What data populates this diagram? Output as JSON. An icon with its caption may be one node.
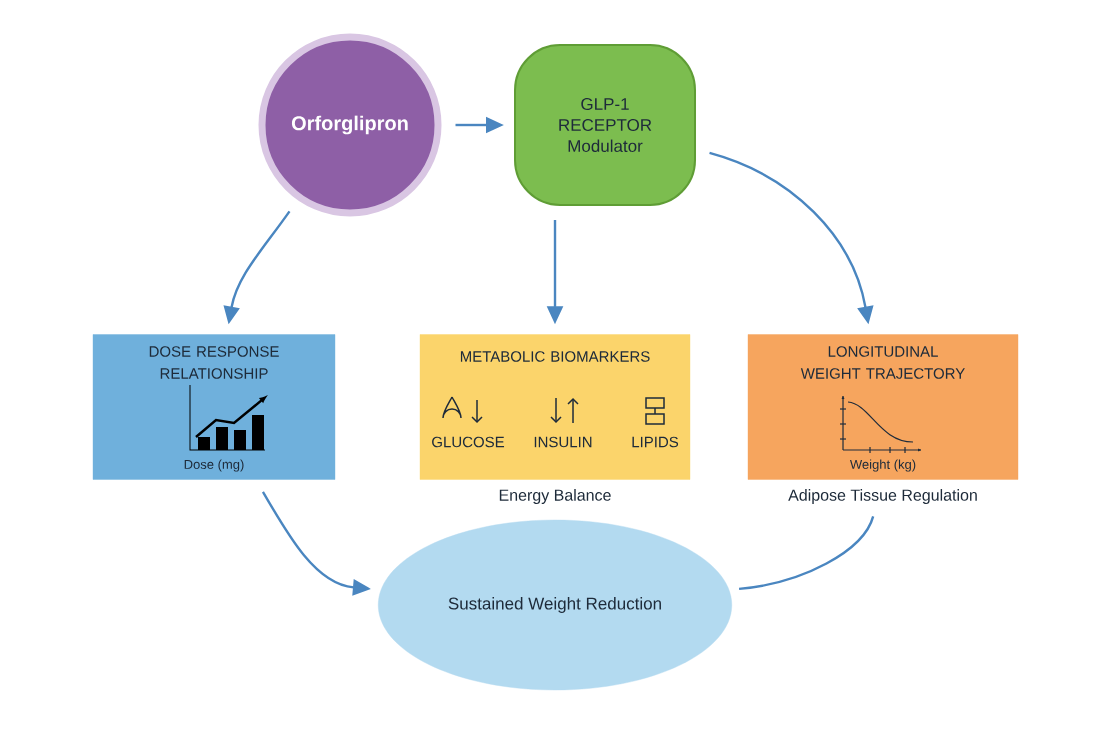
{
  "diagram": {
    "nodes": [
      {
        "text": [
          "Orforglipron"
        ]
      },
      {
        "text": [
          "GLP-1 RECEPTOR Modulator"
        ]
      },
      {
        "text": [
          "DOSE RESPONSE RELATIONSHIP",
          "Dose (mg)"
        ]
      },
      {
        "text": [
          "METABOLIC BIOMARKERS",
          "GLUCOSE",
          "INSULIN",
          "LIPIDS"
        ],
        "beside": [
          "Energy Balance"
        ]
      },
      {
        "text": [
          "LONGITUDINAL WEIGHT TRAJECTORY",
          "Weight (kg)"
        ],
        "beside": [
          "Adipose Tissue Regulation"
        ]
      },
      {
        "text": [
          "Sustained Weight Reduction"
        ]
      }
    ],
    "edges": [
      {
        "from": 0,
        "to": 1,
        "arrow": "to"
      },
      {
        "from": 0,
        "to": 2,
        "arrow": "to"
      },
      {
        "from": 1,
        "to": 3,
        "arrow": "to"
      },
      {
        "from": 1,
        "to": 4,
        "arrow": "to"
      },
      {
        "from": 2,
        "to": 5,
        "arrow": "to"
      },
      {
        "from": 4,
        "to": 5,
        "arrow": "none"
      }
    ]
  }
}
